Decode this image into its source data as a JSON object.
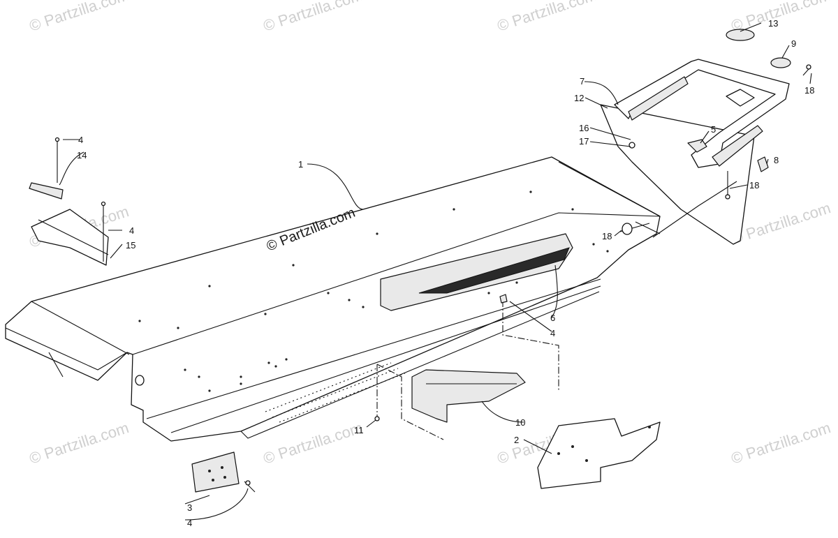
{
  "watermark": {
    "text": "© Partzilla.com",
    "center": "© Partzilla.com"
  },
  "callouts": [
    {
      "label": "1"
    },
    {
      "label": "4"
    },
    {
      "label": "14"
    },
    {
      "label": "4"
    },
    {
      "label": "15"
    },
    {
      "label": "6"
    },
    {
      "label": "4"
    },
    {
      "label": "10"
    },
    {
      "label": "2"
    },
    {
      "label": "11"
    },
    {
      "label": "3"
    },
    {
      "label": "4"
    },
    {
      "label": "13"
    },
    {
      "label": "9"
    },
    {
      "label": "18"
    },
    {
      "label": "7"
    },
    {
      "label": "12"
    },
    {
      "label": "16"
    },
    {
      "label": "17"
    },
    {
      "label": "5"
    },
    {
      "label": "8"
    },
    {
      "label": "18"
    },
    {
      "label": "18"
    }
  ]
}
